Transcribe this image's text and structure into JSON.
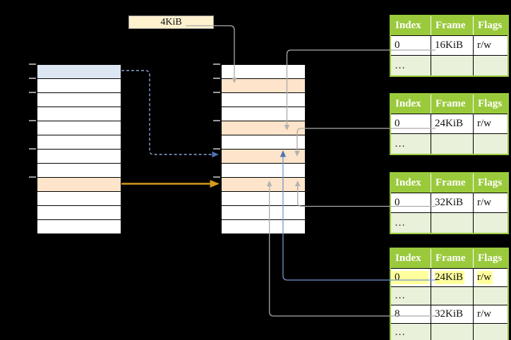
{
  "colors": {
    "background": "#000000",
    "header_green": "#9aca3c",
    "row_green": "#e9f1da",
    "row_orange": "#fde4ca",
    "row_blue": "#dce6f2",
    "box_cream": "#fdf1ce",
    "text_highlight_yellow": "#ffff9d",
    "connector_gray": "#ababab",
    "connector_blue": "#7396cc",
    "arrow_blue": "#4d74b5",
    "connector_dashed_blue": "#87a4d2",
    "arrow_orange": "#d39b1c"
  },
  "page_size_label": "4KiB",
  "virtual_memory": {
    "row_count": 12,
    "blue_row": 1,
    "orange_row": 9
  },
  "physical_memory": {
    "row_count": 12,
    "orange_rows": [
      2,
      5,
      7,
      9
    ]
  },
  "page_tables": [
    {
      "headers": [
        "Index",
        "Frame",
        "Flags"
      ],
      "rows": [
        {
          "index": "0",
          "frame": "16KiB",
          "flags": "r/w"
        },
        {
          "index": "…",
          "frame": "",
          "flags": ""
        }
      ]
    },
    {
      "headers": [
        "Index",
        "Frame",
        "Flags"
      ],
      "rows": [
        {
          "index": "0",
          "frame": "24KiB",
          "flags": "r/w"
        },
        {
          "index": "…",
          "frame": "",
          "flags": ""
        }
      ]
    },
    {
      "headers": [
        "Index",
        "Frame",
        "Flags"
      ],
      "rows": [
        {
          "index": "0",
          "frame": "32KiB",
          "flags": "r/w"
        },
        {
          "index": "…",
          "frame": "",
          "flags": ""
        }
      ]
    },
    {
      "headers": [
        "Index",
        "Frame",
        "Flags"
      ],
      "rows": [
        {
          "index": "0",
          "frame": "24KiB",
          "flags": "r/w"
        },
        {
          "index": "…",
          "frame": "",
          "flags": ""
        },
        {
          "index": "8",
          "frame": "32KiB",
          "flags": "r/w"
        },
        {
          "index": "…",
          "frame": "",
          "flags": ""
        }
      ]
    }
  ]
}
